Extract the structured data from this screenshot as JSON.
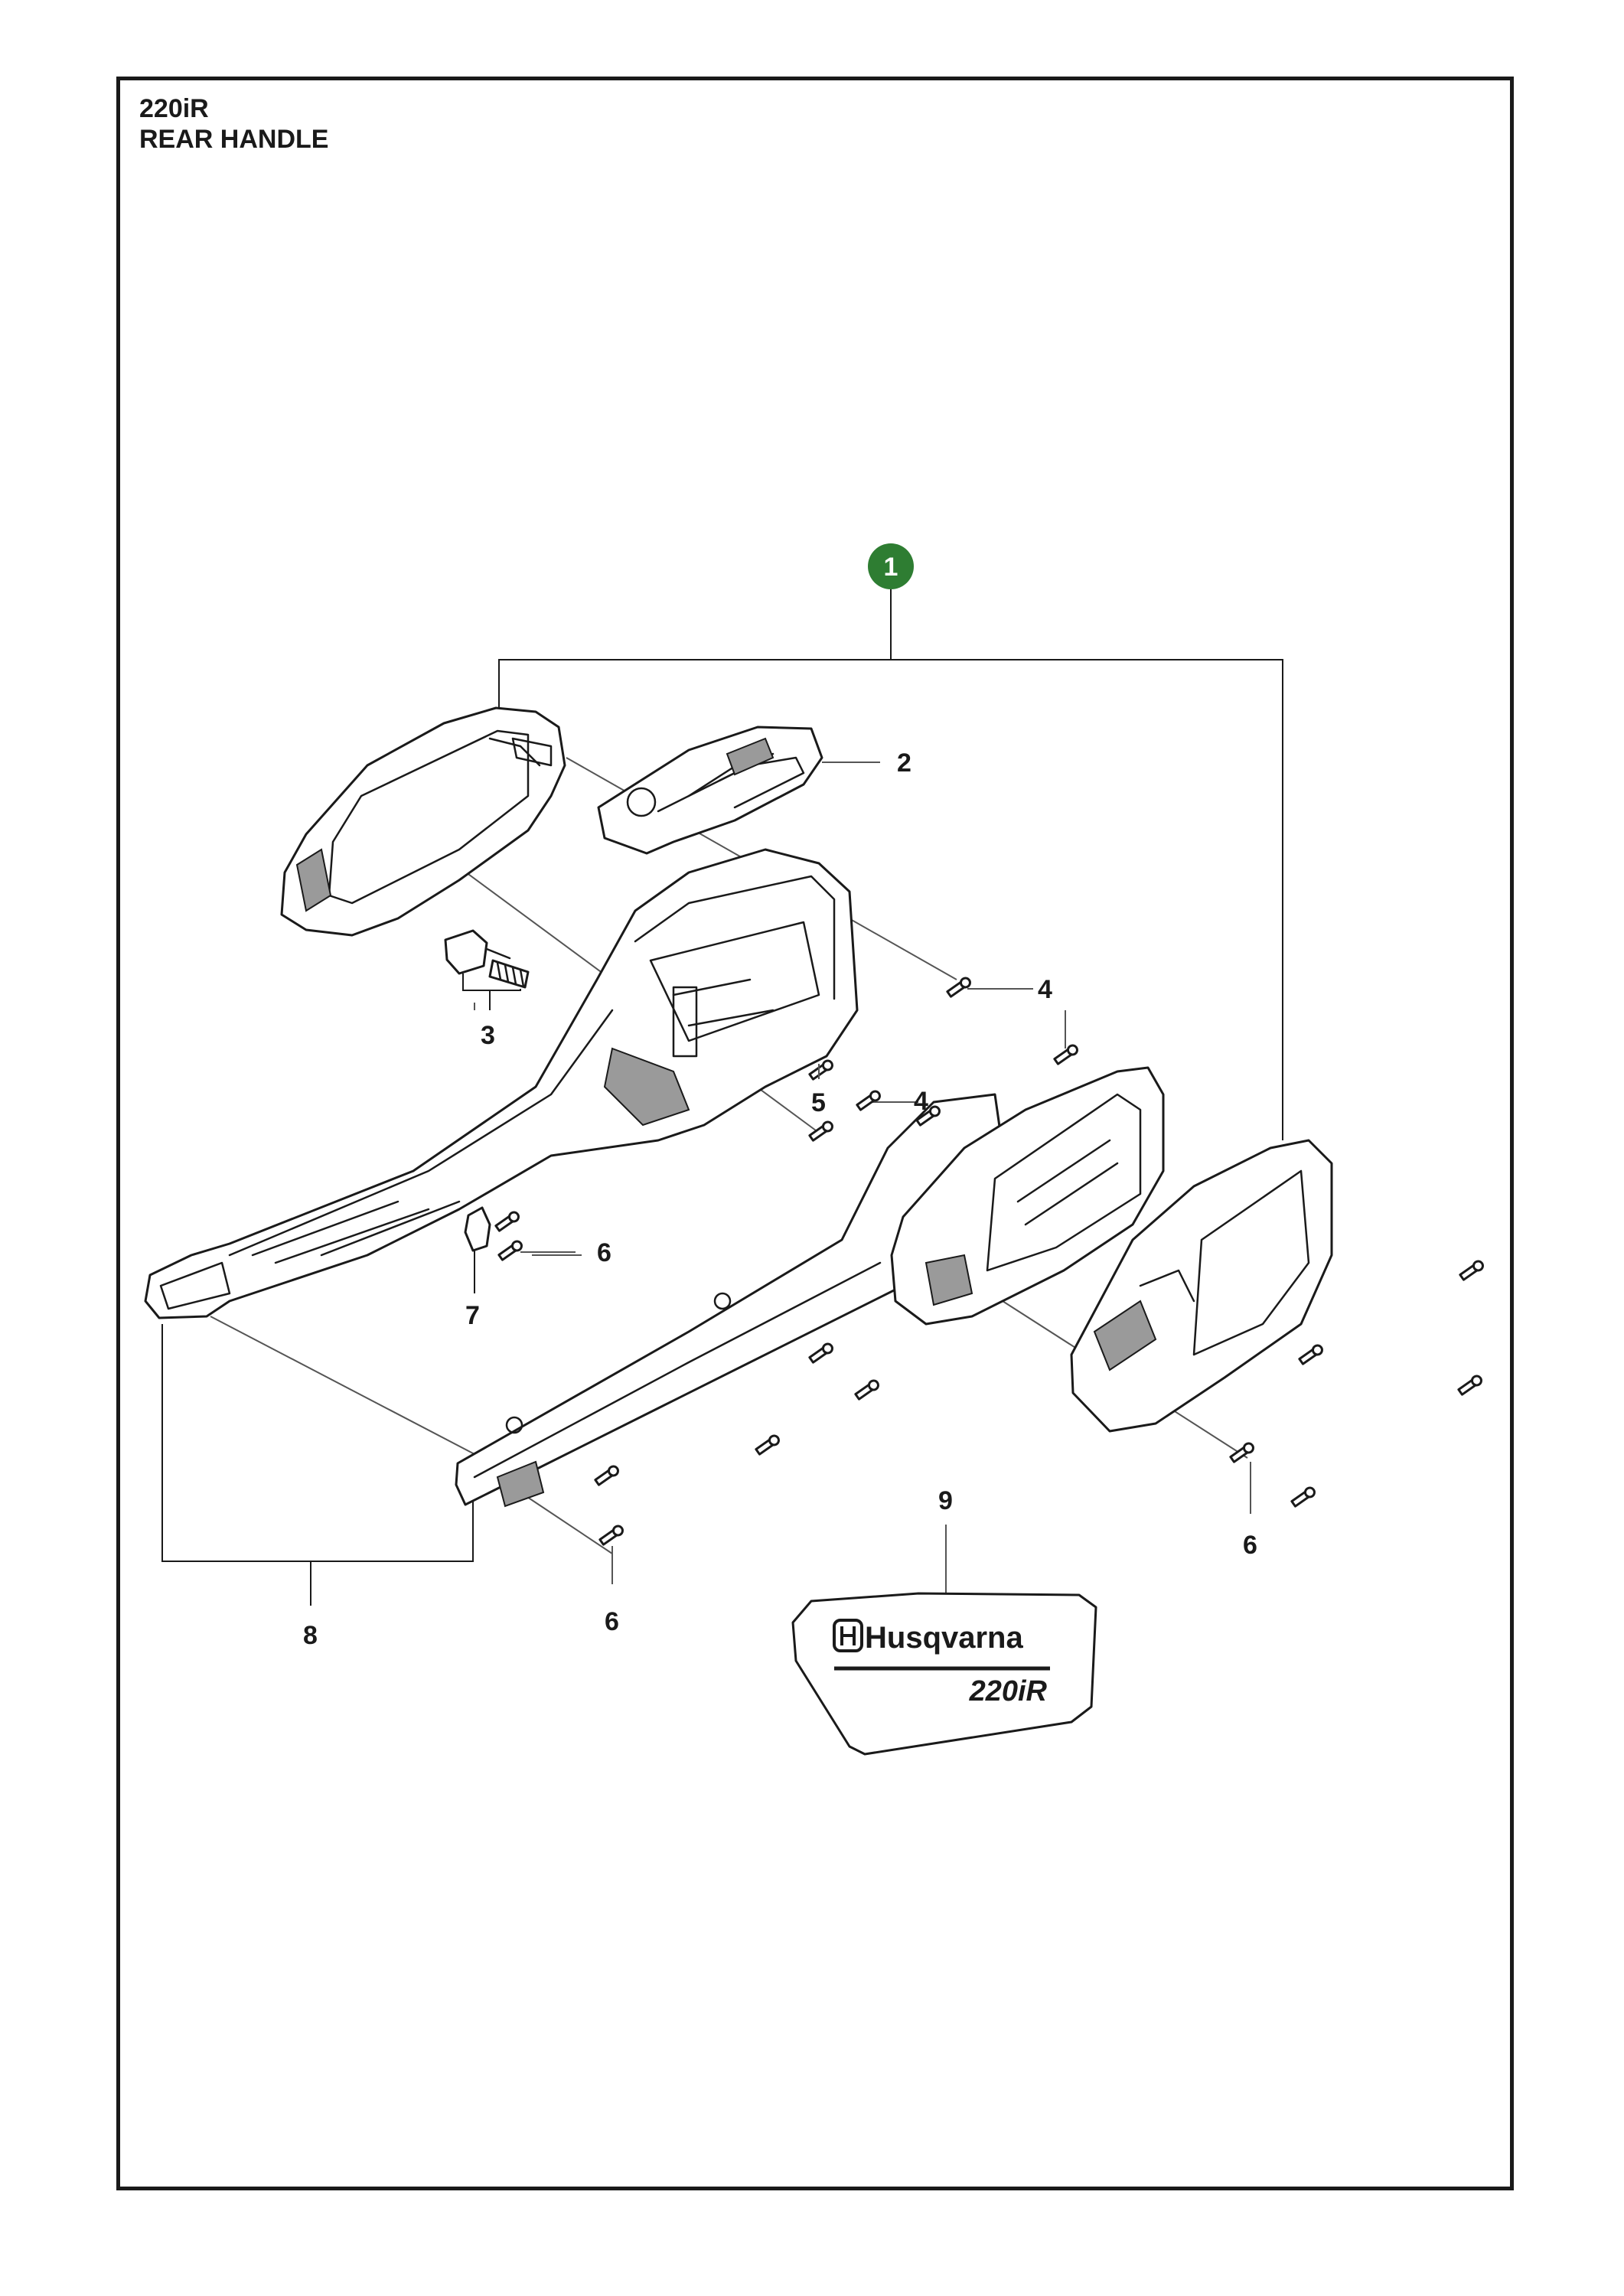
{
  "header": {
    "model": "220iR",
    "title": "REAR HANDLE"
  },
  "callouts": {
    "c1": "1",
    "c2": "2",
    "c3": "3",
    "c4a": "4",
    "c4b": "4",
    "c5": "5",
    "c6a": "6",
    "c6b": "6",
    "c6c": "6",
    "c7": "7",
    "c8": "8",
    "c9": "9"
  },
  "decal": {
    "brand": "Husqvarna",
    "model": "220iR"
  },
  "colors": {
    "assembly_badge": "#2e7d32",
    "line": "#1a1a1a",
    "shade": "#9a9a9a"
  }
}
